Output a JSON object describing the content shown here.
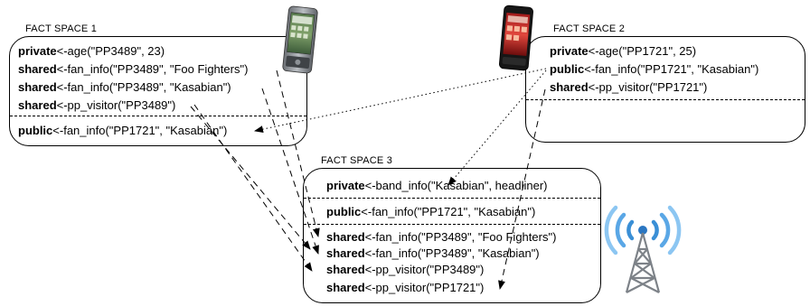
{
  "spaces": [
    {
      "title": "FACT SPACE 1",
      "facts": [
        {
          "kw": "private",
          "rest": "<-age(\"PP3489\", 23)"
        },
        {
          "kw": "shared",
          "rest": "<-fan_info(\"PP3489\", \"Foo Fighters\")"
        },
        {
          "kw": "shared",
          "rest": "<-fan_info(\"PP3489\", \"Kasabian\")"
        },
        {
          "kw": "shared",
          "rest": "<-pp_visitor(\"PP3489\")"
        },
        {
          "kw": "public",
          "rest": "<-fan_info(\"PP1721\", \"Kasabian\")"
        }
      ]
    },
    {
      "title": "FACT SPACE 2",
      "facts": [
        {
          "kw": "private",
          "rest": "<-age(\"PP1721\", 25)"
        },
        {
          "kw": "public",
          "rest": "<-fan_info(\"PP1721\", \"Kasabian\")"
        },
        {
          "kw": "shared",
          "rest": "<-pp_visitor(\"PP1721\")"
        }
      ]
    },
    {
      "title": "FACT SPACE 3",
      "facts": [
        {
          "kw": "private",
          "rest": "<-band_info(\"Kasabian\", headliner)"
        },
        {
          "kw": "public",
          "rest": "<-fan_info(\"PP1721\", \"Kasabian\")"
        },
        {
          "kw": "shared",
          "rest": "<-fan_info(\"PP3489\", \"Foo Fighters\")"
        },
        {
          "kw": "shared",
          "rest": "<-fan_info(\"PP3489\", \"Kasabian\")"
        },
        {
          "kw": "shared",
          "rest": "<-pp_visitor(\"PP3489\")"
        },
        {
          "kw": "shared",
          "rest": "<-pp_visitor(\"PP1721\")"
        }
      ]
    }
  ],
  "icons": {
    "phone_1": "phone-icon",
    "phone_2": "phone-icon",
    "tower": "radio-tower-icon"
  },
  "colors": {
    "stroke": "#000000",
    "tower_wave": "#3a8fd6",
    "tower_metal": "#8a8f96"
  }
}
